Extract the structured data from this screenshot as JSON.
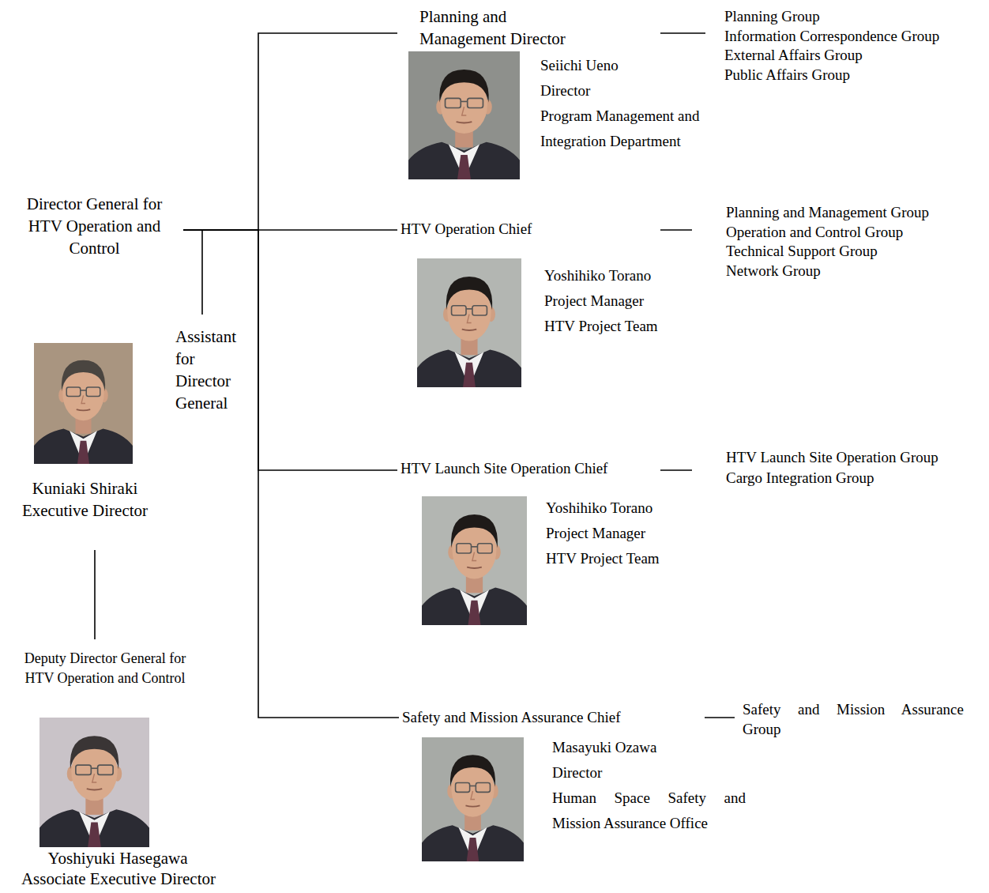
{
  "diagram": {
    "nodes": [
      {
        "text": [
          "Director General for HTV Operation and Control"
        ]
      },
      {
        "text": [
          "Assistant for Director General"
        ]
      },
      {
        "text": [
          "Kuniaki Shiraki",
          "Executive Director"
        ]
      },
      {
        "text": [
          "Deputy Director General for HTV Operation and Control",
          "Yoshiyuki Hasegawa",
          "Associate Executive Director"
        ]
      },
      {
        "text": [
          "Planning and Management Director",
          "Seiichi Ueno",
          "Director",
          "Program Management and Integration Department"
        ]
      },
      {
        "text": [
          "Planning Group",
          "Information Correspondence Group",
          "External Affairs Group",
          "Public Affairs Group"
        ]
      },
      {
        "text": [
          "HTV Operation Chief",
          "Yoshihiko Torano",
          "Project Manager",
          "HTV Project Team"
        ]
      },
      {
        "text": [
          "Planning and Management Group",
          "Operation and Control Group",
          "Technical Support Group",
          "Network Group"
        ]
      },
      {
        "text": [
          "HTV Launch Site Operation Chief",
          "Yoshihiko Torano",
          "Project Manager",
          "HTV Project Team"
        ]
      },
      {
        "text": [
          "HTV Launch Site Operation Group",
          "Cargo Integration Group"
        ]
      },
      {
        "text": [
          "Safety and Mission Assurance Chief",
          "Masayuki Ozawa",
          "Director",
          "Human Space Safety and Mission Assurance Office"
        ]
      },
      {
        "text": [
          "Safety and Mission Assurance Group"
        ]
      }
    ],
    "edges": [
      {
        "from": 0,
        "to": 1,
        "arrow": "none"
      },
      {
        "from": 0,
        "to": 4,
        "arrow": "none"
      },
      {
        "from": 0,
        "to": 6,
        "arrow": "none"
      },
      {
        "from": 0,
        "to": 8,
        "arrow": "none"
      },
      {
        "from": 0,
        "to": 10,
        "arrow": "none"
      },
      {
        "from": 4,
        "to": 5,
        "arrow": "none"
      },
      {
        "from": 6,
        "to": 7,
        "arrow": "none"
      },
      {
        "from": 8,
        "to": 9,
        "arrow": "none"
      },
      {
        "from": 10,
        "to": 11,
        "arrow": "none"
      },
      {
        "from": 2,
        "to": 3,
        "arrow": "none"
      }
    ]
  }
}
